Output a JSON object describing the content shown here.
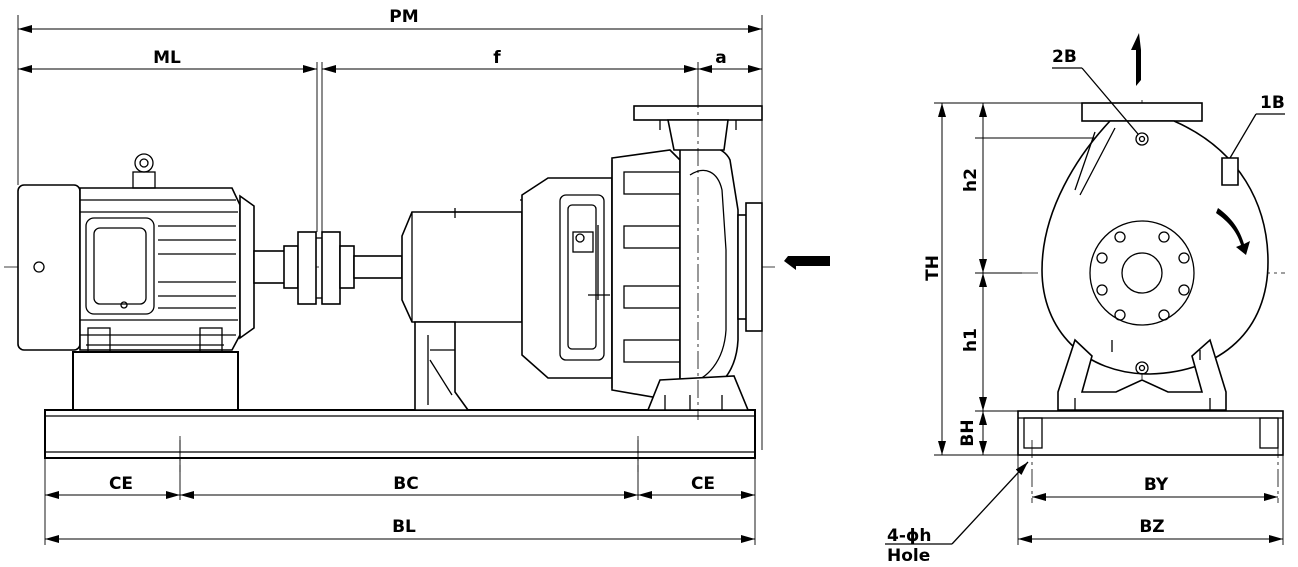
{
  "side_view": {
    "dimensions": {
      "pm": "PM",
      "ml": "ML",
      "f": "f",
      "a": "a",
      "ce_left": "CE",
      "bc": "BC",
      "ce_right": "CE",
      "bl": "BL"
    }
  },
  "front_view": {
    "labels": {
      "discharge": "2B",
      "suction": "1B",
      "th": "TH",
      "h2": "h2",
      "h1": "h1",
      "bh": "BH",
      "by": "BY",
      "bz": "BZ",
      "holes_count": "4-ϕh",
      "holes_word": "Hole"
    }
  },
  "icons": [
    "discharge-flow-arrow-icon",
    "suction-flow-arrow-icon",
    "rotation-direction-arrow-icon"
  ]
}
